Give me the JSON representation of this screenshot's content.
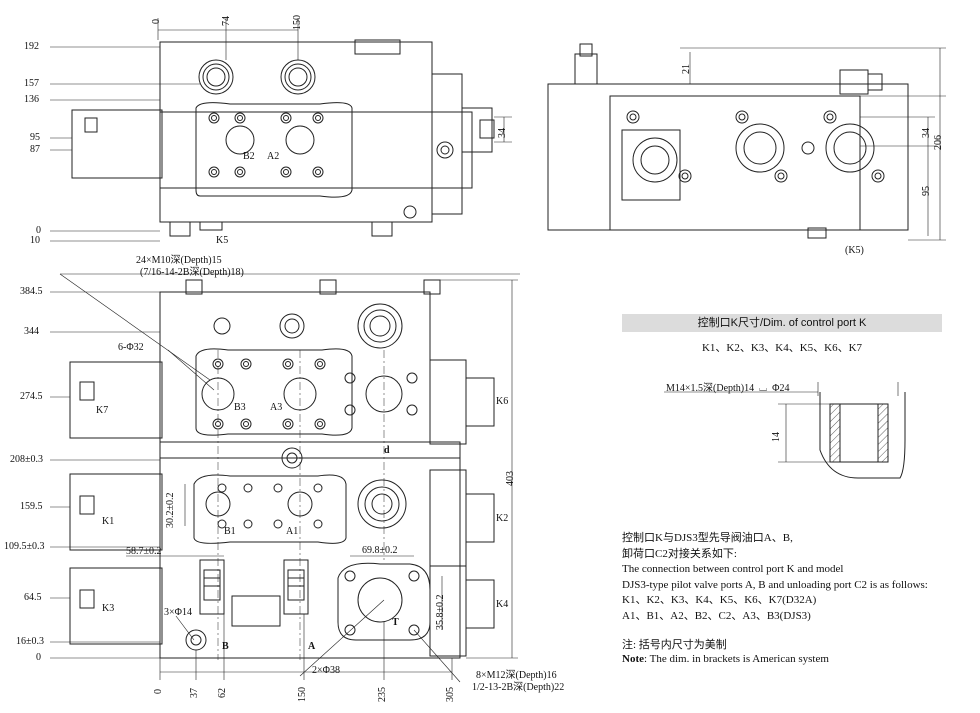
{
  "top_dims": {
    "x_labels": [
      "0",
      "74",
      "150"
    ],
    "y_labels": [
      "192",
      "157",
      "136",
      "95",
      "87",
      "0",
      "10"
    ],
    "port_labels": [
      "B2",
      "A2"
    ],
    "k5_label": "K5",
    "side_dim": "34"
  },
  "right_view": {
    "dims": [
      "21",
      "34",
      "206",
      "95"
    ],
    "k5_label": "(K5)"
  },
  "main_view": {
    "callout_thread": "24×M10深(Depth)15",
    "callout_thread_us": "(7/16-14-2B深(Depth)18)",
    "callout_bore": "6-Φ32",
    "y_labels": [
      "384.5",
      "344",
      "274.5",
      "208±0.3",
      "159.5",
      "109.5±0.3",
      "64.5",
      "16±0.3",
      "0"
    ],
    "x_labels": [
      "0",
      "37",
      "62",
      "150",
      "235",
      "305"
    ],
    "port_labels": [
      "K7",
      "B3",
      "A3",
      "K6",
      "d",
      "K1",
      "B1",
      "A1",
      "K2",
      "K3",
      "K4",
      "B",
      "A",
      "T"
    ],
    "dim_302": "30.2±0.2",
    "dim_587": "58.7±0.2",
    "dim_698": "69.8±0.2",
    "dim_358": "35.8±0.2",
    "dim_403": "403",
    "callout_holes": "3×Φ14",
    "callout_2phi": "2×Φ38",
    "callout_m12": "8×M12深(Depth)16",
    "callout_m12_us": "1/2-13-2B深(Depth)22"
  },
  "kport": {
    "header": "控制口K尺寸/Dim. of control port  K",
    "ports": "K1、K2、K3、K4、K5、K6、K7",
    "thread": "M14×1.5深(Depth)14",
    "counterbore": "Φ24",
    "depth_dim": "14"
  },
  "description": {
    "line1": "控制口K与DJS3型先导阀油口A、B,",
    "line2": "卸荷口C2对接关系如下:",
    "line3": "The connection between control port K and model",
    "line4": "DJS3-type pilot valve ports A, B and unloading port C2 is as follows:",
    "line5": "K1、K2、K3、K4、K5、K6、K7(D32A)",
    "line6": "A1、B1、A2、B2、C2、A3、B3(DJS3)"
  },
  "note": {
    "cn": "注: 括号内尺寸为美制",
    "en_bold": "Note",
    "en": ": The dim. in brackets is American system"
  }
}
